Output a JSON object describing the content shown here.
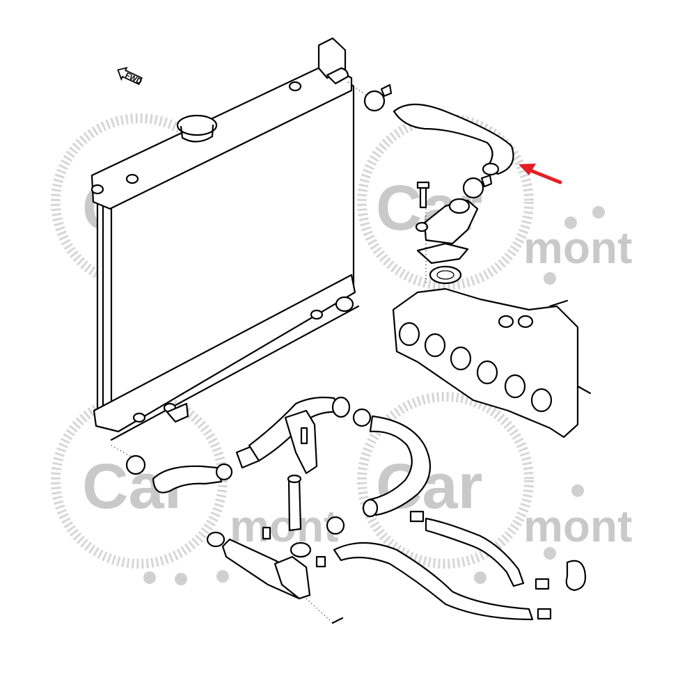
{
  "watermark": {
    "word1": "Car",
    "word2": "mont",
    "color": "#c9c9c9"
  },
  "direction_marker": {
    "label": "FWD"
  },
  "highlight": {
    "color": "#e31e24"
  }
}
